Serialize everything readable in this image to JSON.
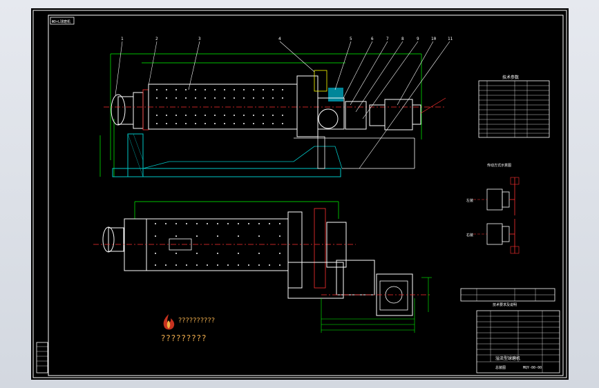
{
  "drawing": {
    "border_label": "ΦD×L球磨机",
    "part_numbers": [
      "1",
      "2",
      "3",
      "4",
      "5",
      "6",
      "7",
      "8",
      "9",
      "10",
      "11"
    ],
    "tech_table_title": "技术参数",
    "transmission_title": "传动方式示意图",
    "transmission_labels": [
      "左装",
      "右装"
    ],
    "bottom_note": "技术要求及说明",
    "title_block_name": "溢流型球磨机",
    "title_block_sheet": "总装图",
    "title_block_code": "MQY-00-00"
  },
  "logo": {
    "text": "??????????",
    "caption": "?????????"
  },
  "colors": {
    "background": "#000000",
    "frame": "#ffffff",
    "outline": "#ffffff",
    "dimension": "#00ff00",
    "centerline": "#ff3030",
    "hidden": "#ffff00",
    "foundation": "#00c8c8",
    "accent": "#00e0ff",
    "logo": "#e8a84a"
  }
}
